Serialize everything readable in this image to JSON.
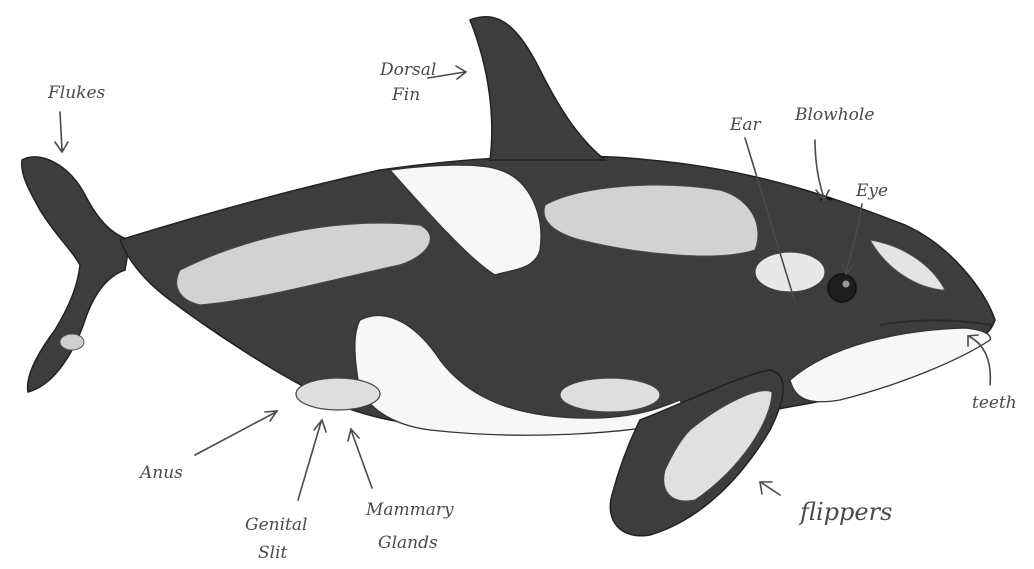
{
  "labels": {
    "flukes": "Flukes",
    "dorsal_fin_line1": "Dorsal",
    "dorsal_fin_line2": "Fin",
    "ear": "Ear",
    "blowhole": "Blowhole",
    "eye": "Eye",
    "teeth": "teeth",
    "flippers": "flippers",
    "anus": "Anus",
    "genital_slit_line1": "Genital",
    "genital_slit_line2": "Slit",
    "mammary_glands_line1": "Mammary",
    "mammary_glands_line2": "Glands"
  },
  "colors": {
    "ink": "#2b2b2b",
    "body_dark": "#3d3d3d",
    "patch_white": "#f7f7f7",
    "saddle_grey": "#d2d2d2",
    "label": "#4a4a4a"
  }
}
